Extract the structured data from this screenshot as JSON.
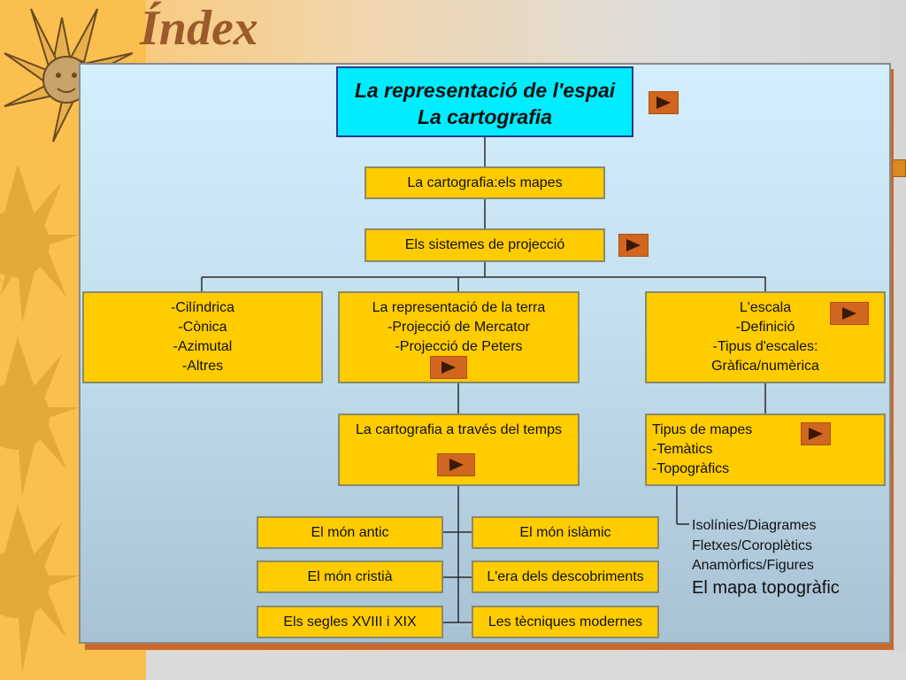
{
  "title": "Índex",
  "top_box": {
    "line1": "La representació de l'espai",
    "line2": "La cartografia"
  },
  "boxes": {
    "mapes": "La cartografia:els mapes",
    "sistemes": "Els sistemes de projecció",
    "cilindrica": [
      "-Cilíndrica",
      "-Cònica",
      "-Azimutal",
      "-Altres"
    ],
    "terra": [
      "La representació de la terra",
      "-Projecció de Mercator",
      "-Projecció de Peters"
    ],
    "escala": [
      "L'escala",
      "-Definició",
      "-Tipus d'escales:",
      "Gràfica/numèrica"
    ],
    "temps": "La cartografia a través del temps",
    "tipus": [
      "Tipus de mapes",
      "-Temàtics",
      "-Topogràfics"
    ],
    "mon_antic": "El món antic",
    "mon_islamic": "El món islàmic",
    "mon_cristia": "El món cristià",
    "era_descobriments": "L'era dels descobriments",
    "segles": "Els segles XVIII i XIX",
    "tecniques": "Les tècniques modernes"
  },
  "notes": [
    "Isolínies/Diagrames",
    "Fletxes/Coroplètics",
    "Anamòrfics/Figures",
    "El mapa topogràfic"
  ],
  "colors": {
    "box": "#ffcc00",
    "top_box": "#00ecff",
    "button": "#d0661f",
    "title": "#9b5a2a"
  },
  "icons": {
    "nav_button": "play-arrow-icon",
    "decor": "sun-icon"
  }
}
